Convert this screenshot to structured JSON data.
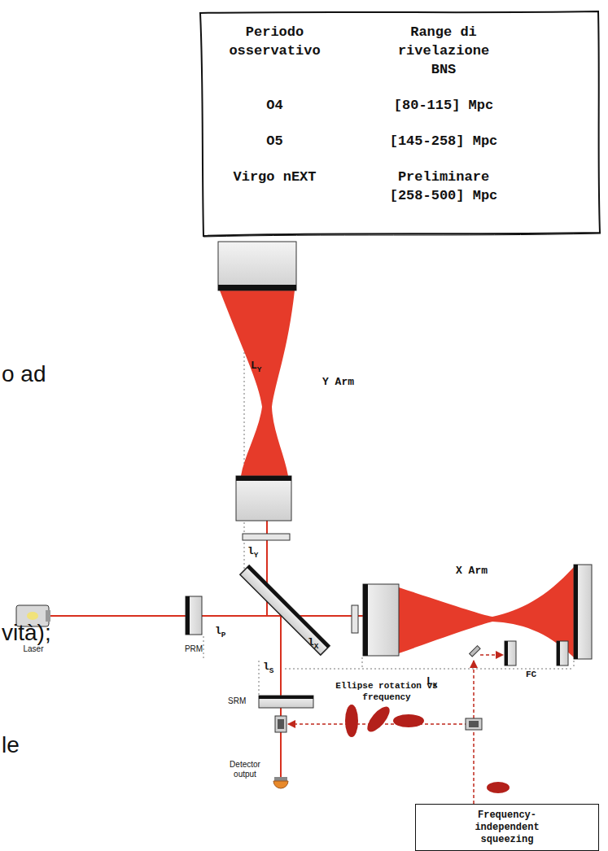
{
  "diagram": {
    "nodes": [
      {
        "text": [
          "Frequency-independent squeezing"
        ]
      }
    ],
    "labels": [
      "Periodo osservativo",
      "Range di rivelazione BNS",
      "O4",
      "[80-115] Mpc",
      "O5",
      "[145-258] Mpc",
      "Virgo nEXT",
      "Preliminare [258-500] Mpc",
      "o ad",
      "vità);",
      "le",
      "LY",
      "Y Arm",
      "lY",
      "Laser",
      "PRM",
      "lP",
      "lX",
      "X Arm",
      "LX",
      "lS",
      "SRM",
      "Ellipse rotation vs frequency",
      "FC",
      "Detector output"
    ]
  }
}
